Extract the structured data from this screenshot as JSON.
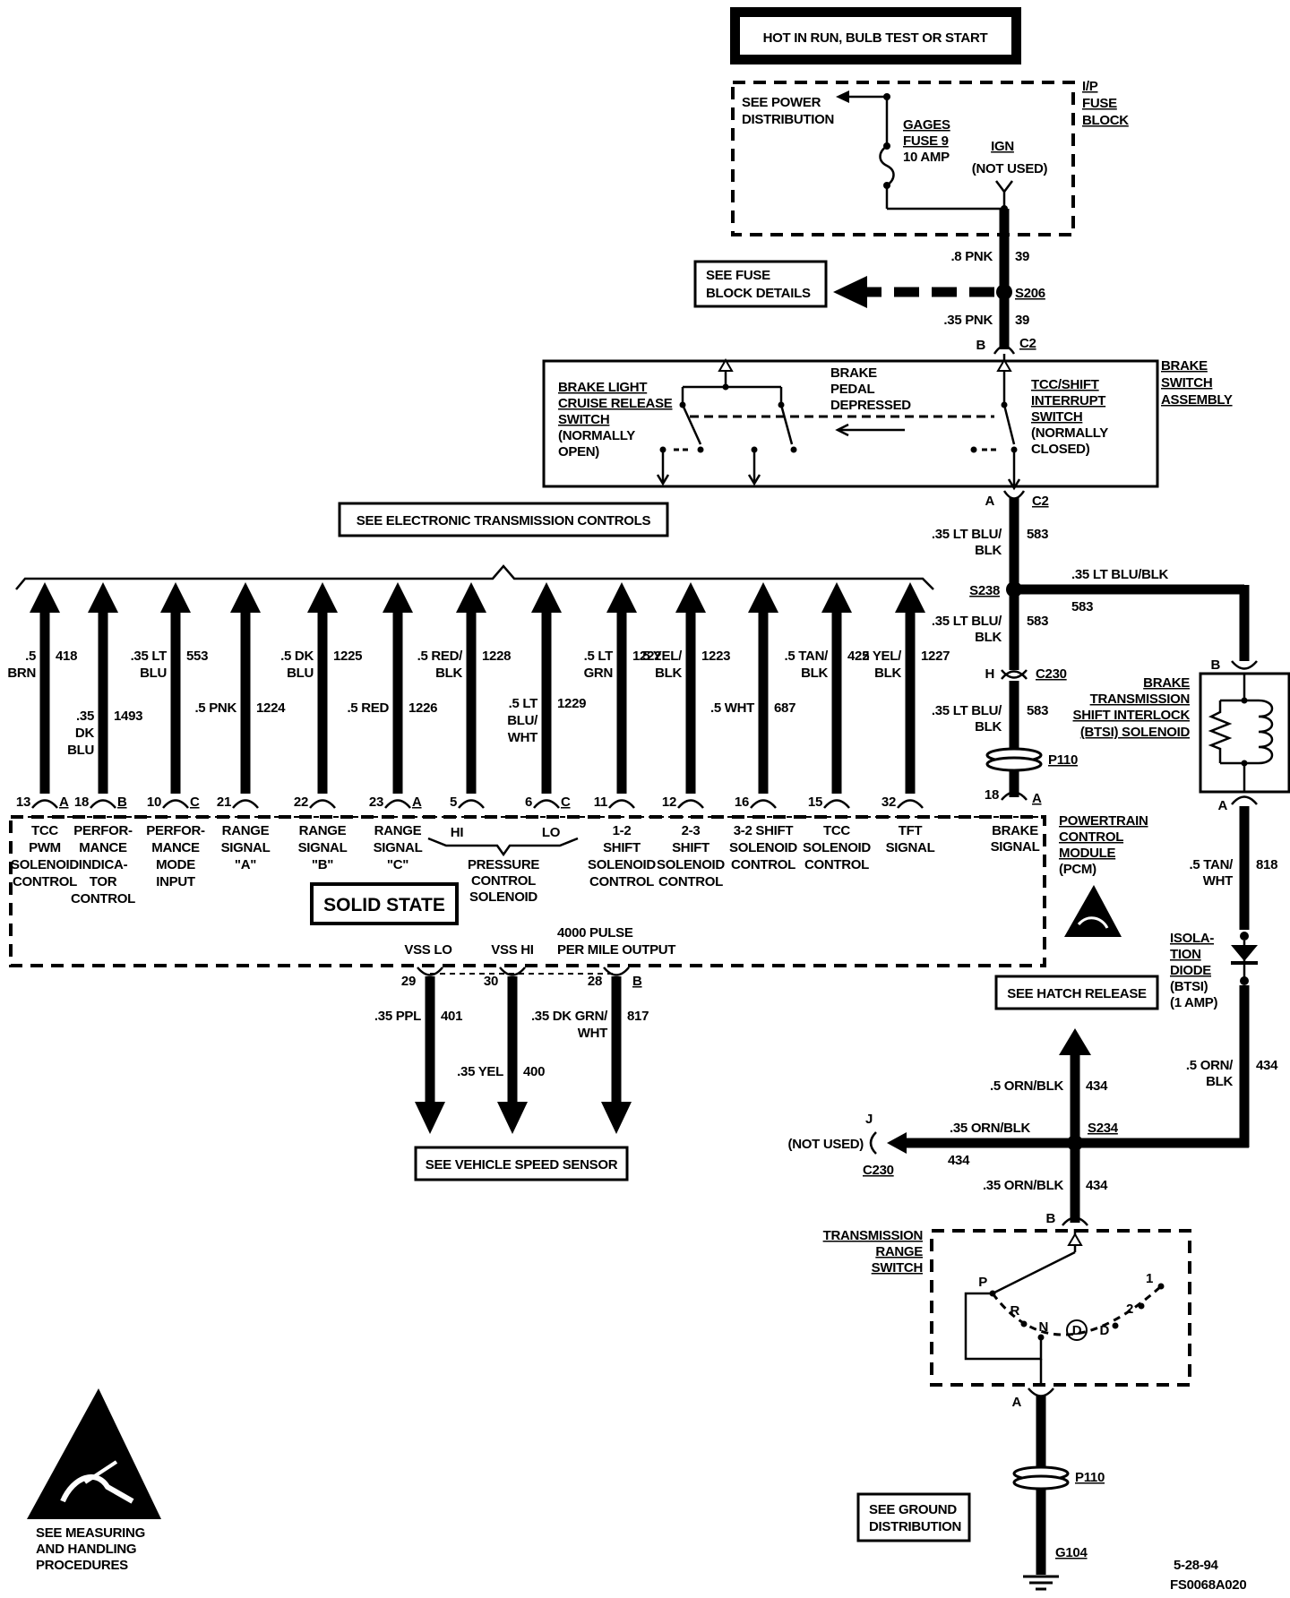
{
  "header": {
    "hot_label": "HOT IN RUN, BULB TEST OR START"
  },
  "fuse_block": {
    "name_lines": [
      "I/P",
      "FUSE",
      "BLOCK"
    ],
    "see_power_lines": [
      "SEE POWER",
      "DISTRIBUTION"
    ],
    "fuse_lines": [
      "GAGES",
      "FUSE 9",
      "10 AMP"
    ],
    "ign_lines": [
      "IGN",
      "(NOT USED)"
    ]
  },
  "top_wire": {
    "gauge1": ".8 PNK",
    "circuit1": "39",
    "splice": "S206",
    "see_fuse_lines": [
      "SEE FUSE",
      "BLOCK DETAILS"
    ],
    "gauge2": ".35 PNK",
    "circuit2": "39",
    "pin_top": "B",
    "conn_top": "C2"
  },
  "brake_switch": {
    "name_lines": [
      "BRAKE",
      "SWITCH",
      "ASSEMBLY"
    ],
    "light_lines": [
      "BRAKE LIGHT",
      "CRUISE RELEASE",
      "SWITCH",
      "(NORMALLY",
      "OPEN)"
    ],
    "pedal_lines": [
      "BRAKE",
      "PEDAL",
      "DEPRESSED"
    ],
    "tcc_lines": [
      "TCC/SHIFT",
      "INTERRUPT",
      "SWITCH",
      "(NORMALLY",
      "CLOSED)"
    ],
    "pin_bottom": "A",
    "conn_bottom": "C2"
  },
  "see_etc": "SEE ELECTRONIC TRANSMISSION CONTROLS",
  "right_chain": {
    "w1_lines": [
      ".35 LT BLU/",
      "BLK"
    ],
    "w1_circuit": "583",
    "splice": "S238",
    "w2_lines": [
      ".35 LT BLU/",
      "BLK"
    ],
    "w2_circuit": "583",
    "pin_h": "H",
    "conn_c230": "C230",
    "w3_lines": [
      ".35 LT BLU/",
      "BLK"
    ],
    "w3_circuit": "583",
    "p110": "P110",
    "branch_label": ".35 LT BLU/BLK",
    "branch_circuit": "583"
  },
  "btsi": {
    "name_lines": [
      "BRAKE",
      "TRANSMISSION",
      "SHIFT INTERLOCK",
      "(BTSI) SOLENOID"
    ],
    "pin_top": "B",
    "pin_bottom": "A",
    "wire_lines": [
      ".5 TAN/",
      "WHT"
    ],
    "wire_circuit": "818",
    "diode_lines": [
      "ISOLA-",
      "TION",
      "DIODE",
      "(BTSI)",
      "(1 AMP)"
    ],
    "wire2_lines": [
      ".5 ORN/",
      "BLK"
    ],
    "wire2_circuit": "434"
  },
  "pcm_wires": [
    {
      "gauge": [
        ".5",
        "BRN"
      ],
      "circuit": "418",
      "pin": "13",
      "conn": "A",
      "name": [
        "TCC",
        "PWM",
        "SOLENOID",
        "CONTROL"
      ]
    },
    {
      "gauge": [
        ".35",
        "DK",
        "BLU"
      ],
      "circuit": "1493",
      "pin": "18",
      "conn": "B",
      "name": [
        "PERFOR-",
        "MANCE",
        "INDICA-",
        "TOR",
        "CONTROL"
      ]
    },
    {
      "gauge": [
        ".35 LT",
        "BLU"
      ],
      "circuit": "553",
      "pin": "10",
      "conn": "C",
      "name": [
        "PERFOR-",
        "MANCE",
        "MODE",
        "INPUT"
      ]
    },
    {
      "gauge": [
        ".5 PNK"
      ],
      "circuit": "1224",
      "pin": "21",
      "conn": "",
      "name": [
        "RANGE",
        "SIGNAL",
        "\"A\""
      ]
    },
    {
      "gauge": [
        ".5 DK",
        "BLU"
      ],
      "circuit": "1225",
      "pin": "22",
      "conn": "",
      "name": [
        "RANGE",
        "SIGNAL",
        "\"B\""
      ]
    },
    {
      "gauge": [
        ".5 RED"
      ],
      "circuit": "1226",
      "pin": "23",
      "conn": "A",
      "name": [
        "RANGE",
        "SIGNAL",
        "\"C\""
      ]
    },
    {
      "gauge": [
        ".5 RED/",
        "BLK"
      ],
      "circuit": "1228",
      "pin": "5",
      "conn": "",
      "name": []
    },
    {
      "gauge": [
        ".5 LT",
        "BLU/",
        "WHT"
      ],
      "circuit": "1229",
      "pin": "6",
      "conn": "C",
      "name": []
    },
    {
      "gauge": [
        ".5 LT",
        "GRN"
      ],
      "circuit": "1222",
      "pin": "11",
      "conn": "",
      "name": [
        "1-2",
        "SHIFT",
        "SOLENOID",
        "CONTROL"
      ]
    },
    {
      "gauge": [
        ".5 YEL/",
        "BLK"
      ],
      "circuit": "1223",
      "pin": "12",
      "conn": "",
      "name": [
        "2-3",
        "SHIFT",
        "SOLENOID",
        "CONTROL"
      ]
    },
    {
      "gauge": [
        ".5 WHT"
      ],
      "circuit": "687",
      "pin": "16",
      "conn": "",
      "name": [
        "3-2 SHIFT",
        "SOLENOID",
        "CONTROL"
      ]
    },
    {
      "gauge": [
        ".5 TAN/",
        "BLK"
      ],
      "circuit": "422",
      "pin": "15",
      "conn": "",
      "name": [
        "TCC",
        "SOLENOID",
        "CONTROL"
      ]
    },
    {
      "gauge": [
        ".5 YEL/",
        "BLK"
      ],
      "circuit": "1227",
      "pin": "32",
      "conn": "",
      "name": [
        "TFT",
        "SIGNAL"
      ]
    }
  ],
  "pcm": {
    "brake_pin": "18",
    "brake_conn": "A",
    "brake_lines": [
      "BRAKE",
      "SIGNAL"
    ],
    "name_lines": [
      "POWERTRAIN",
      "CONTROL",
      "MODULE",
      "(PCM)"
    ],
    "hi": "HI",
    "lo": "LO",
    "pcs_lines": [
      "PRESSURE",
      "CONTROL",
      "SOLENOID"
    ],
    "solid_state": "SOLID STATE",
    "vss_lo": "VSS LO",
    "vss_hi": "VSS HI",
    "pulse_lines": [
      "4000 PULSE",
      "PER MILE OUTPUT"
    ]
  },
  "vss_wires": [
    {
      "pin": "29",
      "conn": "",
      "gauge": [
        ".35 PPL"
      ],
      "circuit": "401"
    },
    {
      "pin": "30",
      "conn": "",
      "gauge": [
        ".35 YEL"
      ],
      "circuit": "400"
    },
    {
      "pin": "28",
      "conn": "B",
      "gauge": [
        ".35 DK GRN/",
        "WHT"
      ],
      "circuit": "817"
    }
  ],
  "see_vss": "SEE VEHICLE SPEED SENSOR",
  "hatch": {
    "see_hatch": "SEE HATCH RELEASE",
    "w1_gauge": ".5 ORN/BLK",
    "w1_circuit": "434",
    "splice": "S234",
    "not_used": "(NOT USED)",
    "pin_j": "J",
    "conn_c230": "C230",
    "branch_gauge": ".35 ORN/BLK",
    "branch_circuit": "434",
    "w2_gauge": ".35 ORN/BLK",
    "w2_circuit": "434"
  },
  "trs": {
    "pin_top": "B",
    "name_lines": [
      "TRANSMISSION",
      "RANGE",
      "SWITCH"
    ],
    "positions": [
      "P",
      "R",
      "N",
      "D",
      "D",
      "2",
      "1"
    ],
    "pin_bottom": "A",
    "p110": "P110",
    "see_ground_lines": [
      "SEE GROUND",
      "DISTRIBUTION"
    ],
    "ground": "G104"
  },
  "esd_lines": [
    "SEE MEASURING",
    "AND HANDLING",
    "PROCEDURES"
  ],
  "footer": {
    "date": "5-28-94",
    "code": "FS0068A020"
  }
}
